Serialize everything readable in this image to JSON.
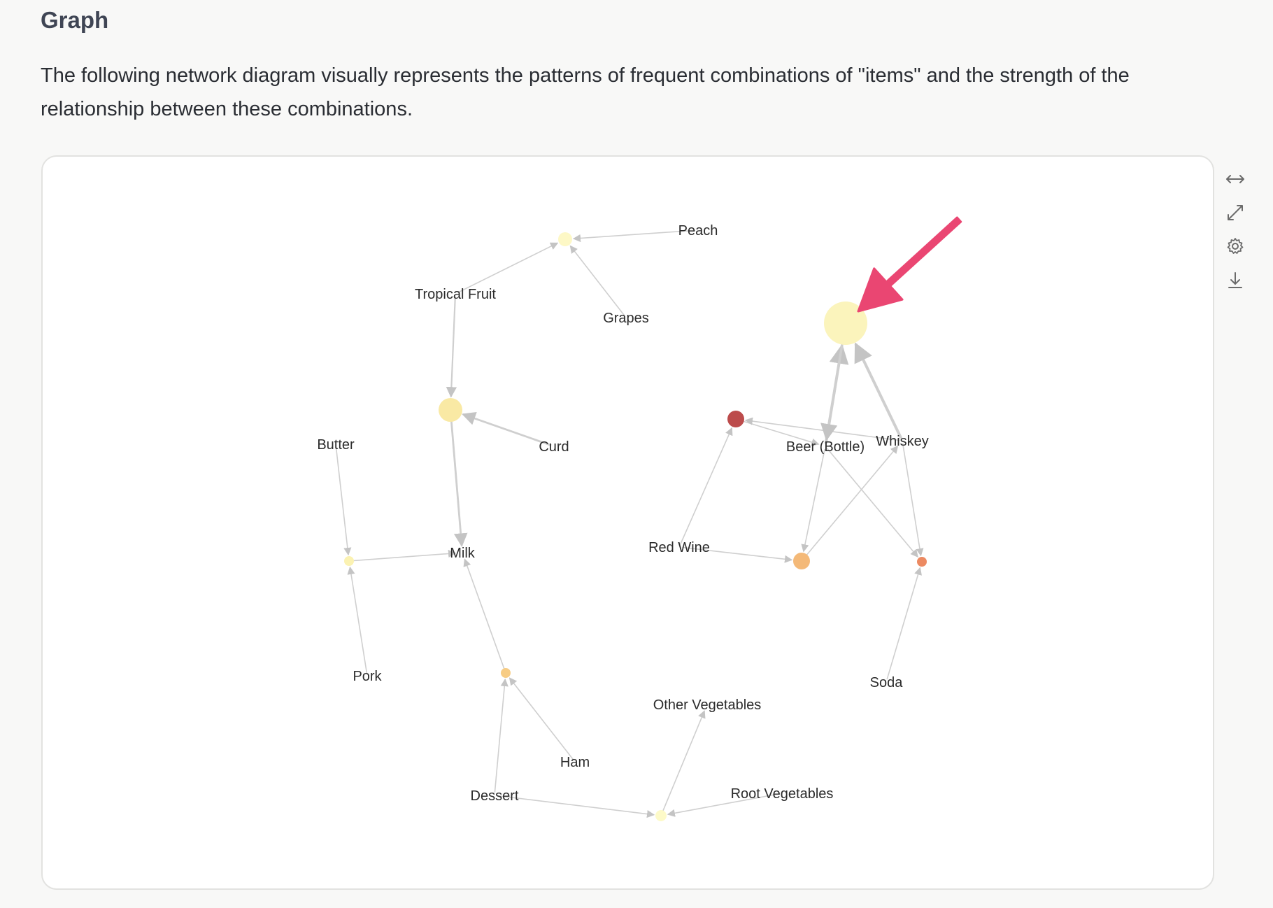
{
  "header": {
    "title": "Graph",
    "description": "The following network diagram visually represents the patterns of frequent combinations of \"items\" and the strength of the relationship between these combinations."
  },
  "toolbar": {
    "buttons": [
      {
        "name": "fit-width-button",
        "icon": "horizontal-arrows-icon"
      },
      {
        "name": "expand-button",
        "icon": "diagonal-expand-icon"
      },
      {
        "name": "settings-button",
        "icon": "gear-icon"
      },
      {
        "name": "download-button",
        "icon": "download-icon"
      }
    ]
  },
  "graph": {
    "labels": [
      {
        "id": "peach",
        "text": "Peach"
      },
      {
        "id": "tropical_fruit",
        "text": "Tropical Fruit"
      },
      {
        "id": "grapes",
        "text": "Grapes"
      },
      {
        "id": "curd",
        "text": "Curd"
      },
      {
        "id": "butter",
        "text": "Butter"
      },
      {
        "id": "milk",
        "text": "Milk"
      },
      {
        "id": "pork",
        "text": "Pork"
      },
      {
        "id": "ham",
        "text": "Ham"
      },
      {
        "id": "dessert",
        "text": "Dessert"
      },
      {
        "id": "other_vegetables",
        "text": "Other Vegetables"
      },
      {
        "id": "root_vegetables",
        "text": "Root Vegetables"
      },
      {
        "id": "red_wine",
        "text": "Red Wine"
      },
      {
        "id": "beer_bottle",
        "text": "Beer (Bottle)"
      },
      {
        "id": "whiskey",
        "text": "Whiskey"
      },
      {
        "id": "soda",
        "text": "Soda"
      }
    ],
    "rule_nodes": [
      {
        "id": "r1",
        "color": "#fdf8c6"
      },
      {
        "id": "r2",
        "color": "#f9e9a4"
      },
      {
        "id": "r3",
        "color": "#fbf2b2"
      },
      {
        "id": "r4",
        "color": "#f7cc84"
      },
      {
        "id": "r5",
        "color": "#fdfac8"
      },
      {
        "id": "r6",
        "color": "#bc4b4b"
      },
      {
        "id": "r7",
        "color": "#fbf4bc"
      },
      {
        "id": "r8",
        "color": "#f4b978"
      },
      {
        "id": "r9",
        "color": "#ec8a62"
      }
    ],
    "edges": [
      {
        "from": "peach",
        "to": "r1"
      },
      {
        "from": "grapes",
        "to": "r1"
      },
      {
        "from": "tropical_fruit",
        "to": "r1"
      },
      {
        "from": "tropical_fruit",
        "to": "r2"
      },
      {
        "from": "curd",
        "to": "r2"
      },
      {
        "from": "r2",
        "to": "milk"
      },
      {
        "from": "butter",
        "to": "r3"
      },
      {
        "from": "pork",
        "to": "r3"
      },
      {
        "from": "r3",
        "to": "milk"
      },
      {
        "from": "r4",
        "to": "milk"
      },
      {
        "from": "ham",
        "to": "r4"
      },
      {
        "from": "dessert",
        "to": "r4"
      },
      {
        "from": "dessert",
        "to": "r5"
      },
      {
        "from": "root_vegetables",
        "to": "r5"
      },
      {
        "from": "r5",
        "to": "other_vegetables"
      },
      {
        "from": "red_wine",
        "to": "r6"
      },
      {
        "from": "r6",
        "to": "beer_bottle"
      },
      {
        "from": "whiskey",
        "to": "r6"
      },
      {
        "from": "beer_bottle",
        "to": "r7"
      },
      {
        "from": "whiskey",
        "to": "r7"
      },
      {
        "from": "r7",
        "to": "beer_bottle"
      },
      {
        "from": "red_wine",
        "to": "r8"
      },
      {
        "from": "beer_bottle",
        "to": "r8"
      },
      {
        "from": "r8",
        "to": "whiskey"
      },
      {
        "from": "beer_bottle",
        "to": "r9"
      },
      {
        "from": "whiskey",
        "to": "r9"
      },
      {
        "from": "soda",
        "to": "r9"
      }
    ]
  },
  "annotation": {
    "arrow_color": "#ea4672"
  }
}
